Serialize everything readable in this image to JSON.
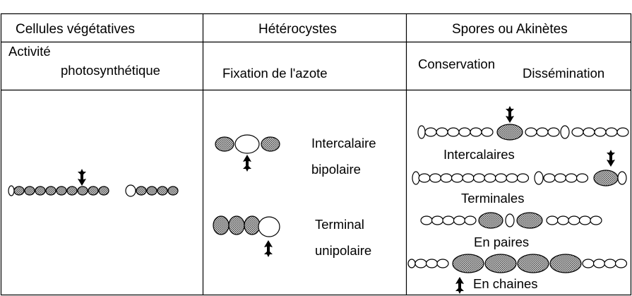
{
  "headers": {
    "col1": "Cellules végétatives",
    "col2": "Hétérocystes",
    "col3": "Spores ou Akinètes"
  },
  "functions": {
    "col1_line1": "Activité",
    "col1_line2": "photosynthétique",
    "col2": "Fixation de l'azote",
    "col3_a": "Conservation",
    "col3_b": "Dissémination"
  },
  "heterocystes": {
    "intercalaire_line1": "Intercalaire",
    "intercalaire_line2": "bipolaire",
    "terminal_line1": "Terminal",
    "terminal_line2": "unipolaire"
  },
  "spores": {
    "intercalaires": "Intercalaires",
    "terminales": "Terminales",
    "en_paires": "En paires",
    "en_chaines": "En chaines"
  },
  "colors": {
    "stipple": "#b8b8b8",
    "line": "#000000",
    "background": "#ffffff"
  },
  "icons": [
    "arrow-down-icon",
    "arrow-up-icon"
  ]
}
